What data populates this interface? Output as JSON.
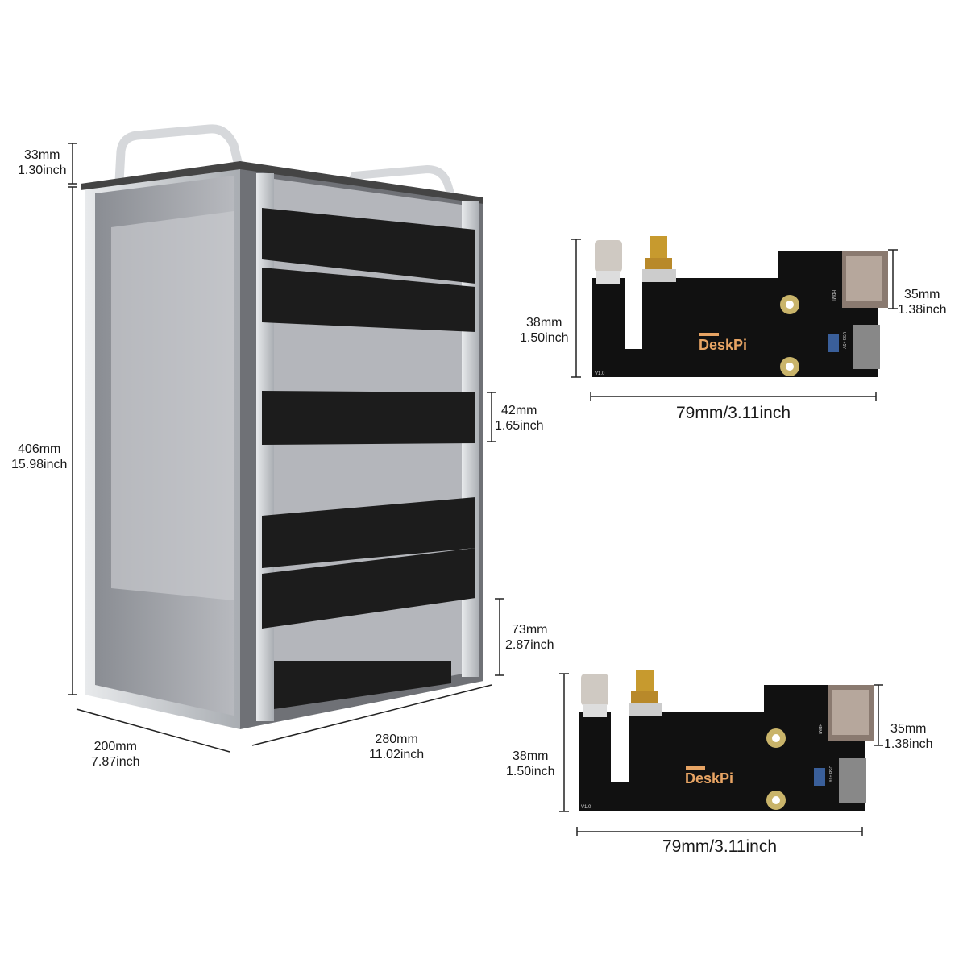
{
  "case": {
    "handle_height": {
      "mm": "33mm",
      "inch": "1.30inch"
    },
    "total_height": {
      "mm": "406mm",
      "inch": "15.98inch"
    },
    "width": {
      "mm": "200mm",
      "inch": "7.87inch"
    },
    "depth": {
      "mm": "280mm",
      "inch": "11.02inch"
    },
    "panel_height": {
      "mm": "42mm",
      "inch": "1.65inch"
    },
    "bottom_clearance": {
      "mm": "73mm",
      "inch": "2.87inch"
    }
  },
  "boards": [
    {
      "brand": "DeskPi",
      "version": "V1.0",
      "port_labels": [
        "HDMI",
        "USB +5V"
      ],
      "height": {
        "mm": "38mm",
        "inch": "1.50inch"
      },
      "port_height": {
        "mm": "35mm",
        "inch": "1.38inch"
      },
      "length": "79mm/3.11inch"
    },
    {
      "brand": "DeskPi",
      "version": "V1.0",
      "port_labels": [
        "HDMI",
        "USB +5V"
      ],
      "height": {
        "mm": "38mm",
        "inch": "1.50inch"
      },
      "port_height": {
        "mm": "35mm",
        "inch": "1.38inch"
      },
      "length": "79mm/3.11inch"
    }
  ],
  "colors": {
    "brand_text": "#e7a464",
    "pcb": "#111111",
    "frame": "#c9ccd0",
    "panel": "#1c1c1c"
  }
}
